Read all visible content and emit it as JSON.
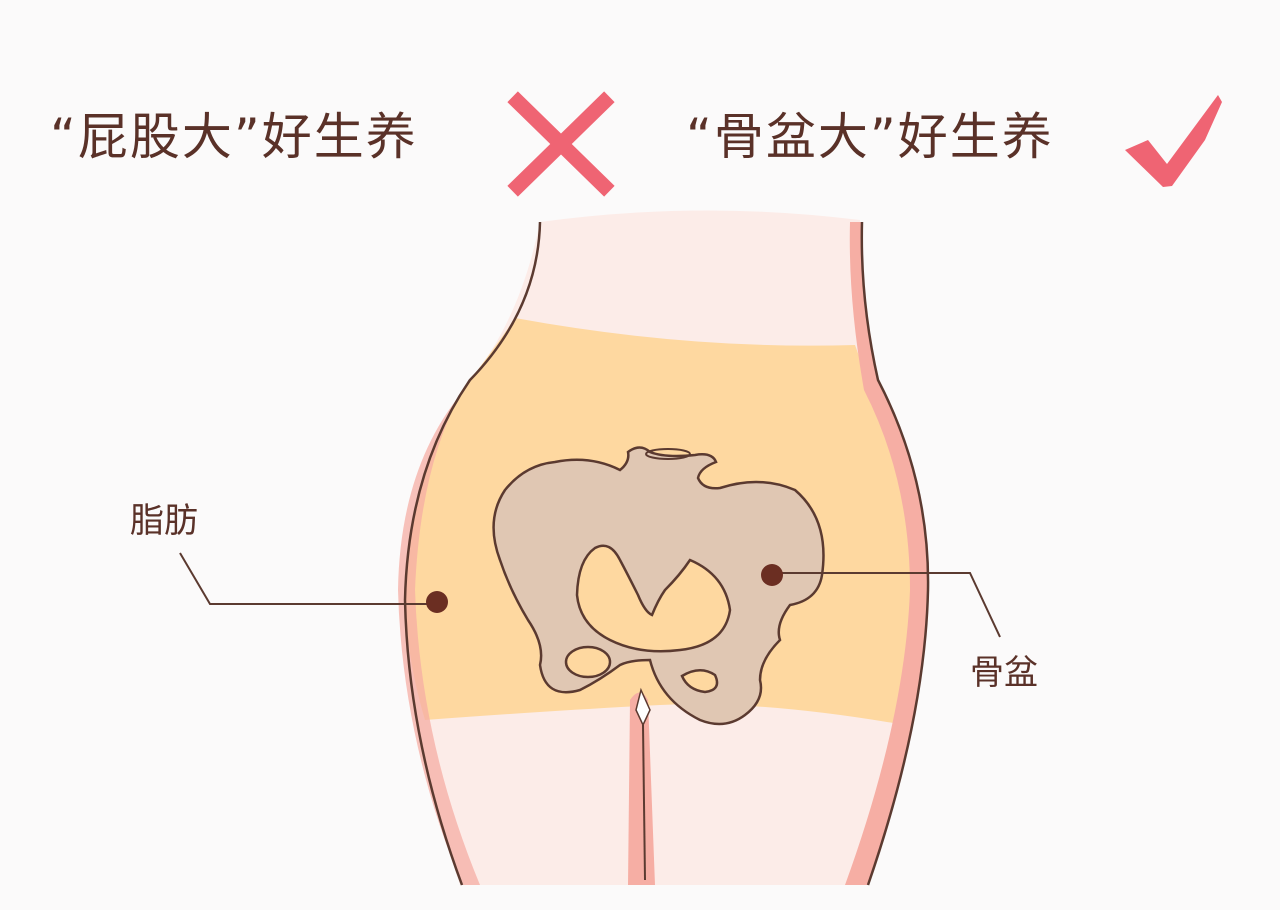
{
  "headlines": {
    "wrong": {
      "text": "“屁股大”好生养",
      "mark": "cross-icon"
    },
    "right": {
      "text": "“骨盆大”好生养",
      "mark": "check-icon"
    }
  },
  "labels": {
    "fat": "脂肪",
    "pelvis": "骨盆"
  },
  "colors": {
    "text": "#5a3128",
    "mark": "#ef6473",
    "skin": "#fcece8",
    "fat": "#fed8a0",
    "bone": "#e0c7b3",
    "outline": "#5b3a30",
    "edge_pink": "#f6aea4",
    "dot": "#6b2e22"
  }
}
